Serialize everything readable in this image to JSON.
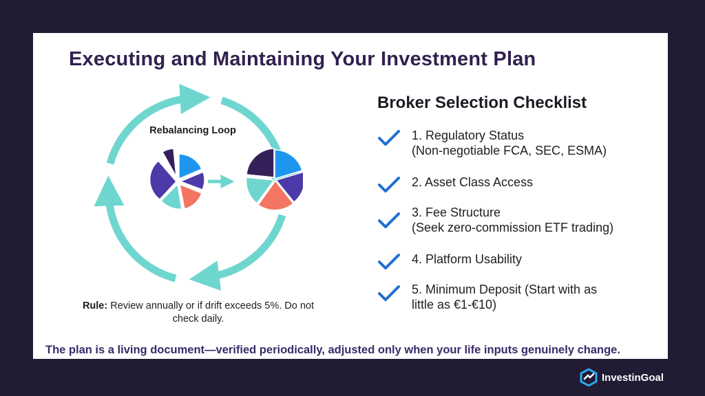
{
  "slide": {
    "title": "Executing and Maintaining Your Investment Plan",
    "loop_label": "Rebalancing Loop",
    "rule_label": "Rule:",
    "rule_text": " Review annually or if drift exceeds 5%. Do not check daily.",
    "footer": "The plan is a living document—verified periodically, adjusted only when your life inputs genuinely change."
  },
  "checklist": {
    "title": "Broker Selection Checklist",
    "items": [
      {
        "label": "1. Regulatory Status",
        "sub": "(Non-negotiable FCA, SEC, ESMA)"
      },
      {
        "label": "2. Asset Class Access",
        "sub": ""
      },
      {
        "label": "3. Fee Structure",
        "sub": "(Seek zero-commission ETF trading)"
      },
      {
        "label": "4. Platform Usability",
        "sub": ""
      },
      {
        "label": "5. Minimum Deposit (Start with as",
        "sub": "little as €1-€10)"
      }
    ]
  },
  "brand": {
    "name": "InvestinGoal"
  },
  "colors": {
    "navy": "#32204f",
    "teal": "#6fd6cf",
    "blue": "#1e96f0",
    "purple": "#4b3aa8",
    "coral": "#f47561",
    "dark_purple": "#35205a",
    "check_blue": "#1f6fd1"
  },
  "icons": {
    "check": "check-icon",
    "arrow": "arrow-right-icon",
    "logo": "investingoal-logo-icon"
  }
}
